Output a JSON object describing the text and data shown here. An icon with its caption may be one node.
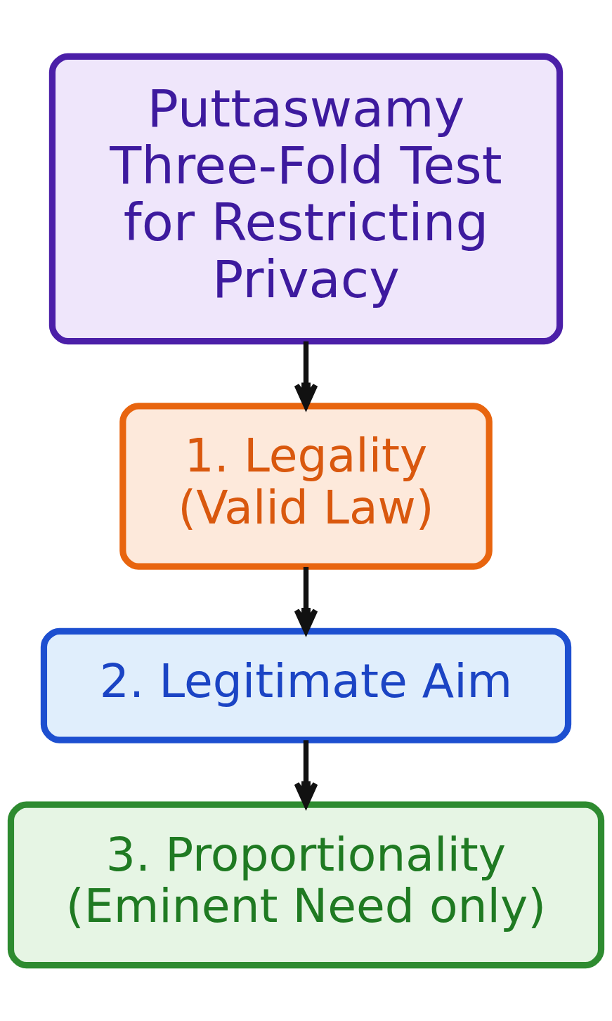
{
  "diagram": {
    "nodes": [
      {
        "text": [
          "Puttaswamy Three-Fold Test for Restricting Privacy"
        ]
      },
      {
        "text": [
          "1. Legality",
          "(Valid Law)"
        ]
      },
      {
        "text": [
          "2. Legitimate Aim"
        ]
      },
      {
        "text": [
          "3. Proportionality",
          "(Eminent Need only)"
        ]
      }
    ],
    "edges": [
      {
        "from": 0,
        "to": 1,
        "arrow": "to"
      },
      {
        "from": 1,
        "to": 2,
        "arrow": "to"
      },
      {
        "from": 2,
        "to": 3,
        "arrow": "to"
      }
    ]
  }
}
